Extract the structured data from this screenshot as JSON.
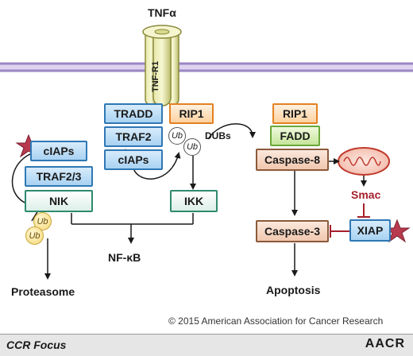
{
  "ligand": "TNFα",
  "receptor": "TNF-R1",
  "complex1": {
    "tradd": "TRADD",
    "traf2": "TRAF2",
    "ciaps": "cIAPs",
    "rip1": "RIP1",
    "ub1": "Ub",
    "ub2": "Ub"
  },
  "dubs": "DUBs",
  "ikk": "IKK",
  "nfkb": "NF-κB",
  "noncanonical": {
    "ciaps": "cIAPs",
    "traf23": "TRAF2/3",
    "nik": "NIK",
    "ub1": "Ub",
    "ub2": "Ub"
  },
  "proteasome": "Proteasome",
  "complex2": {
    "rip1": "RIP1",
    "fadd": "FADD",
    "caspase8": "Caspase-8"
  },
  "smac": "Smac",
  "xiap": "XIAP",
  "caspase3": "Caspase-3",
  "apoptosis": "Apoptosis",
  "copyright": "© 2015 American Association for Cancer Research",
  "footer": {
    "left": "CCR Focus",
    "right": "AACR"
  },
  "colors": {
    "membrane": "#9b86c4",
    "receptor": "#c7c77a",
    "star": "#b83a4e",
    "smac": "#a51f2b",
    "inhibit": "#a51f2b"
  }
}
